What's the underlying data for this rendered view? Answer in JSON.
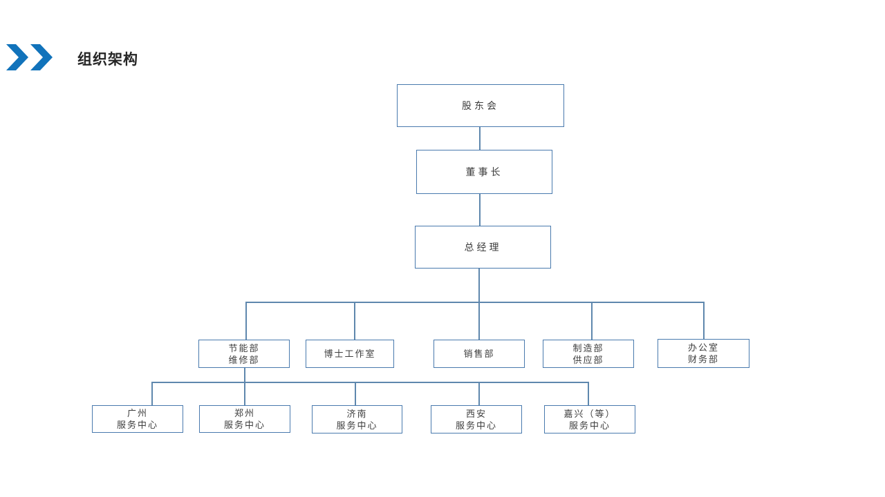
{
  "slide": {
    "title": "组织架构",
    "accent_color": "#1173bb",
    "box_border_color": "#4879ad",
    "connector_color": "#5e87ad"
  },
  "org_chart": {
    "nodes": {
      "shareholders": {
        "label": "股东会"
      },
      "chairman": {
        "label": "董事长"
      },
      "general_manager": {
        "label": "总经理"
      },
      "dept1": {
        "line1": "节能部",
        "line2": "维修部"
      },
      "dept2": {
        "line1": "博士工作室"
      },
      "dept3": {
        "line1": "销售部"
      },
      "dept4": {
        "line1": "制造部",
        "line2": "供应部"
      },
      "dept5": {
        "line1": "办公室",
        "line2": "财务部"
      },
      "svc1": {
        "line1": "广州",
        "line2": "服务中心"
      },
      "svc2": {
        "line1": "郑州",
        "line2": "服务中心"
      },
      "svc3": {
        "line1": "济南",
        "line2": "服务中心"
      },
      "svc4": {
        "line1": "西安",
        "line2": "服务中心"
      },
      "svc5": {
        "line1": "嘉兴（等）",
        "line2": "服务中心"
      }
    }
  }
}
